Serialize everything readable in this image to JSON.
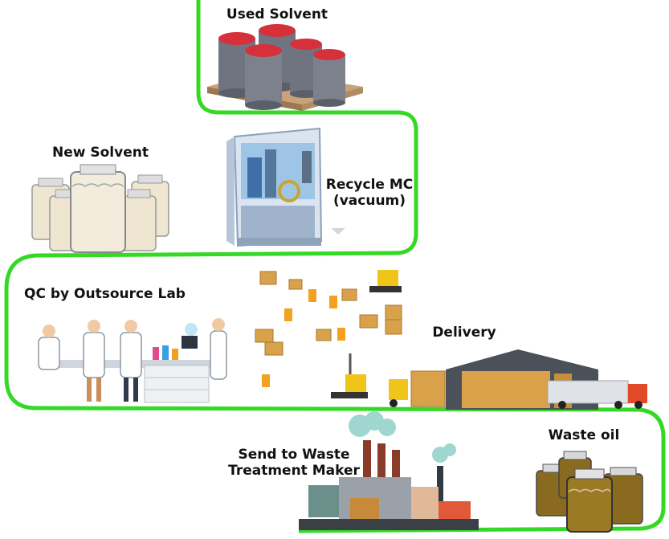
{
  "flow": {
    "used_solvent": "Used Solvent",
    "new_solvent": "New Solvent",
    "recycle_mc": [
      "Recycle MC",
      "(vacuum)"
    ],
    "qc_lab": "QC by Outsource Lab",
    "delivery": "Delivery",
    "send_waste": [
      "Send to Waste",
      "Treatment Maker"
    ],
    "waste_oil": "Waste oil"
  },
  "colors": {
    "path": "#34d926",
    "drum_red": "#d6303a",
    "drum_gray": "#6f7480",
    "jar_cream": "#efe6d2",
    "jar_brown": "#8a6a1f",
    "box": "#d9a24a",
    "worker_vest": "#f2a21e"
  }
}
